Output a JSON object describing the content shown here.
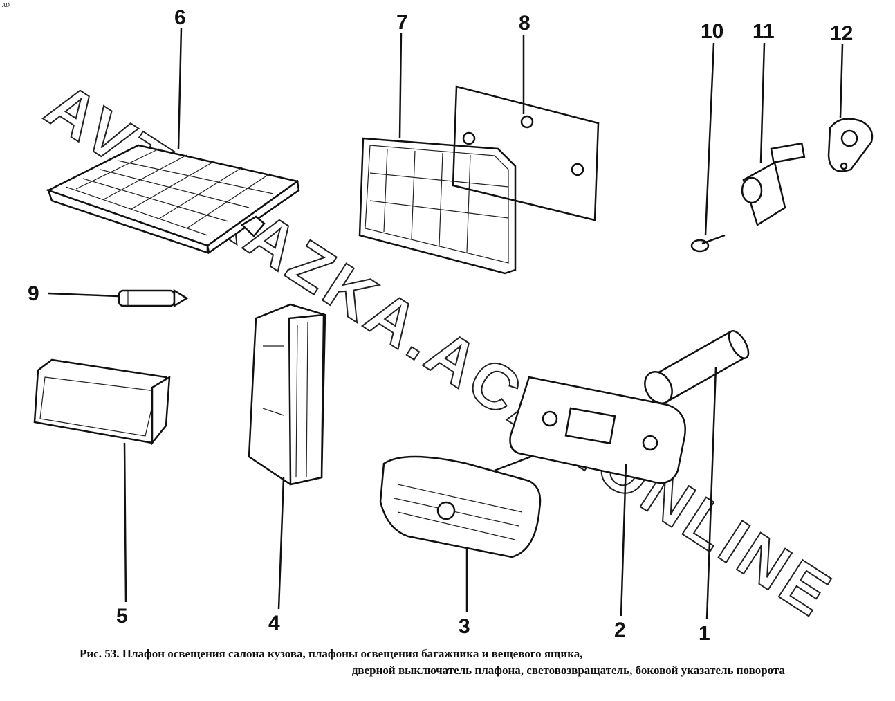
{
  "corner_mark": "AD",
  "watermark": "AVTOKAZKA.ACAT.ONLINE",
  "callouts": [
    "1",
    "2",
    "3",
    "4",
    "5",
    "6",
    "7",
    "8",
    "9",
    "10",
    "11",
    "12"
  ],
  "caption": {
    "line1": "Рис. 53. Плафон освещения салона кузова, плафоны освещения багажника и вещевого ящика,",
    "line2": "дверной выключатель плафона, световозвращатель, боковой указатель поворота"
  }
}
